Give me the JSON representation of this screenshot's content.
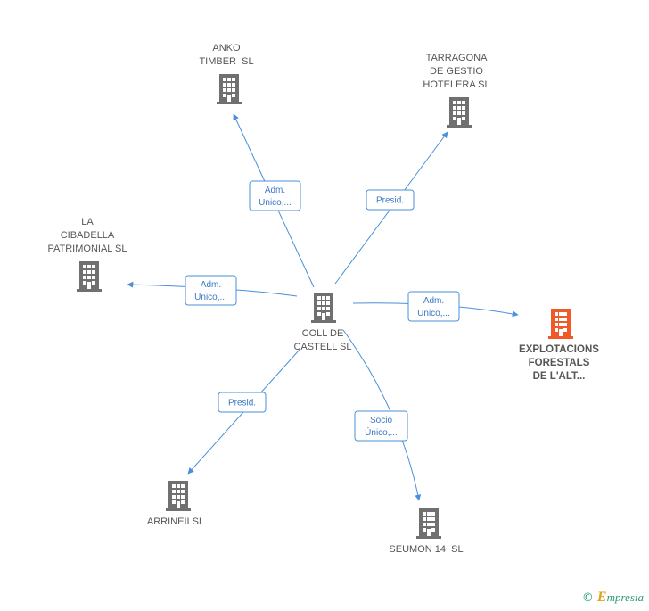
{
  "nodes": [
    {
      "id": "coll",
      "label": [
        "COLL DE",
        "CASTELL SL"
      ],
      "highlight": false,
      "center": true
    },
    {
      "id": "anko",
      "label": [
        "ANKO",
        "TIMBER  SL"
      ],
      "highlight": false
    },
    {
      "id": "tarragona",
      "label": [
        "TARRAGONA",
        "DE GESTIO",
        "HOTELERA SL"
      ],
      "highlight": false
    },
    {
      "id": "cibadella",
      "label": [
        "LA",
        "CIBADELLA",
        "PATRIMONIAL SL"
      ],
      "highlight": false
    },
    {
      "id": "explotacions",
      "label": [
        "EXPLOTACIONS",
        "FORESTALS",
        "DE L'ALT..."
      ],
      "highlight": true
    },
    {
      "id": "arrineii",
      "label": [
        "ARRINEII SL"
      ],
      "highlight": false
    },
    {
      "id": "seumon",
      "label": [
        "SEUMON 14  SL"
      ],
      "highlight": false
    }
  ],
  "edges": [
    {
      "to": "anko",
      "label": [
        "Adm.",
        "Unico,..."
      ]
    },
    {
      "to": "tarragona",
      "label": [
        "Presid."
      ]
    },
    {
      "to": "cibadella",
      "label": [
        "Adm.",
        "Unico,..."
      ]
    },
    {
      "to": "explotacions",
      "label": [
        "Adm.",
        "Unico,..."
      ]
    },
    {
      "to": "arrineii",
      "label": [
        "Presid."
      ]
    },
    {
      "to": "seumon",
      "label": [
        "Socio",
        "Único,..."
      ]
    }
  ],
  "colors": {
    "building": "#707070",
    "highlight": "#f05a28",
    "edge": "#4a90d9"
  },
  "footer": {
    "copyright": "©",
    "brand_initial": "E",
    "brand_rest": "mpresia"
  }
}
